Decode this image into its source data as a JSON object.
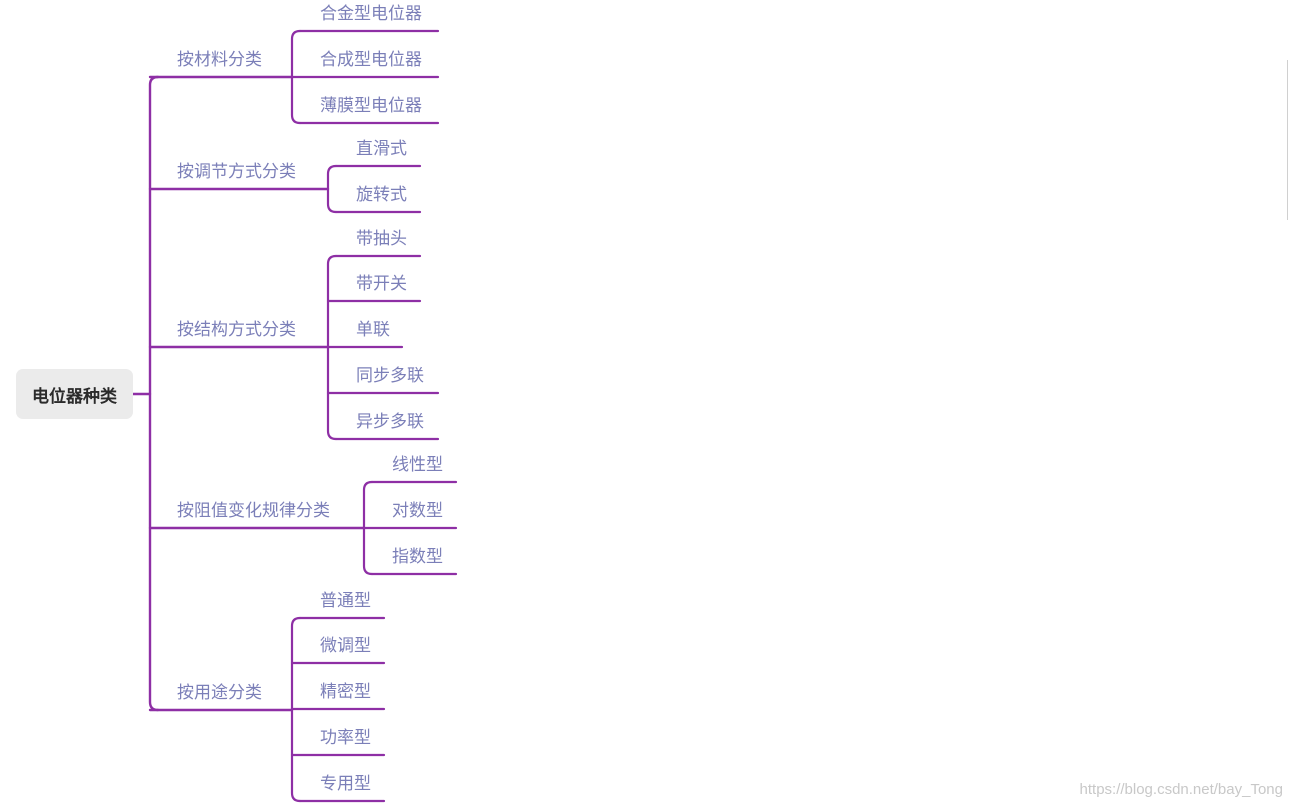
{
  "root": "电位器种类",
  "watermark": "https://blog.csdn.net/bay_Tong",
  "colors": {
    "line": "#8e2fa5",
    "label": "#7b7fb8",
    "root_bg": "#ebebeb"
  },
  "categories": [
    {
      "label": "按材料分类",
      "children": [
        "合金型电位器",
        "合成型电位器",
        "薄膜型电位器"
      ]
    },
    {
      "label": "按调节方式分类",
      "children": [
        "直滑式",
        "旋转式"
      ]
    },
    {
      "label": "按结构方式分类",
      "children": [
        "带抽头",
        "带开关",
        "单联",
        "同步多联",
        "异步多联"
      ]
    },
    {
      "label": "按阻值变化规律分类",
      "children": [
        "线性型",
        "对数型",
        "指数型"
      ]
    },
    {
      "label": "按用途分类",
      "children": [
        "普通型",
        "微调型",
        "精密型",
        "功率型",
        "专用型"
      ]
    }
  ]
}
